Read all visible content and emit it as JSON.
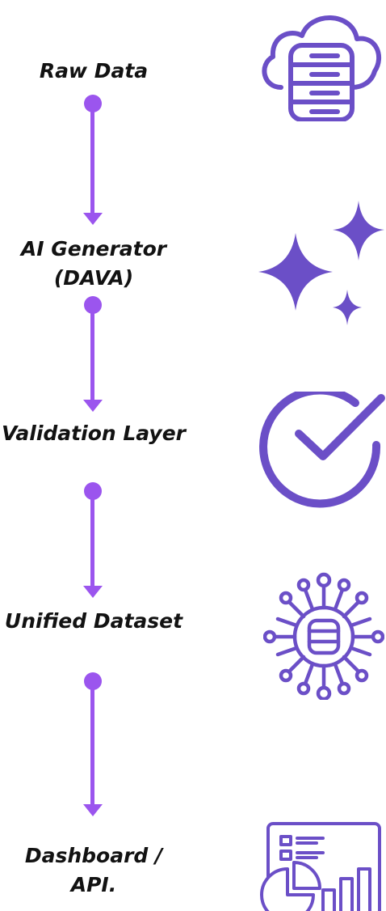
{
  "steps": [
    {
      "label": "Raw Data",
      "icon": "cloud-database-icon"
    },
    {
      "label": "AI Generator (DAVA)",
      "icon": "sparkles-icon"
    },
    {
      "label": "Validation Layer",
      "icon": "check-circle-icon"
    },
    {
      "label": "Unified Dataset",
      "icon": "database-network-icon"
    },
    {
      "label": "Dashboard / API.",
      "icon": "dashboard-icon"
    }
  ],
  "colors": {
    "connector": "#9b55ee",
    "icon": "#6b4fc7",
    "text": "#121212"
  }
}
